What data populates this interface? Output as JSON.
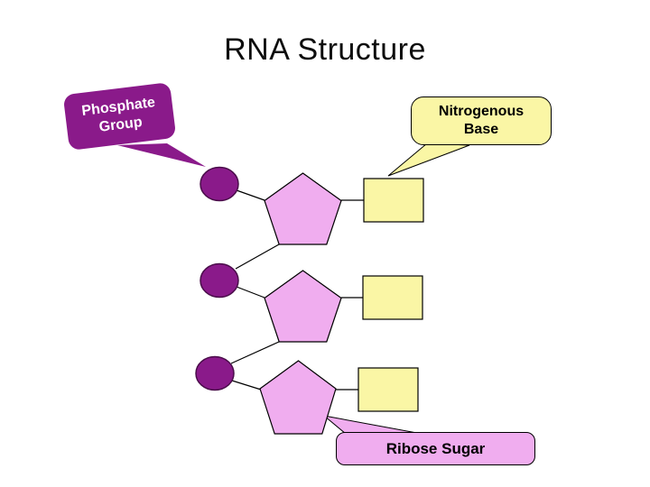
{
  "slide": {
    "title": "RNA Structure"
  },
  "colors": {
    "background": "#ffffff",
    "phosphate": "#8a1a8a",
    "sugar": "#f0adef",
    "base": "#faf6a5",
    "outline": "#000000",
    "title_text": "#0d0d0d",
    "light_text": "#ffffff",
    "dark_text": "#000000"
  },
  "callouts": {
    "phosphate": {
      "line1": "Phosphate",
      "line2": "Group"
    },
    "nitrogenous_base": {
      "line1": "Nitrogenous",
      "line2": "Base"
    },
    "ribose_sugar": {
      "label": "Ribose Sugar"
    }
  }
}
